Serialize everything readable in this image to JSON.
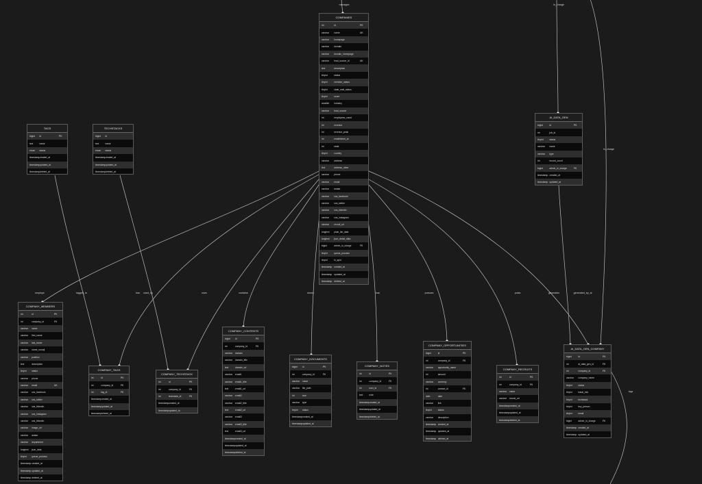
{
  "entities": [
    {
      "id": "companies",
      "name": "COMPANIES",
      "rows": [
        [
          "int",
          "id",
          "PK"
        ],
        [
          "varchar",
          "name",
          "UK"
        ],
        [
          "varchar",
          "homepage",
          ""
        ],
        [
          "varchar",
          "domain",
          ""
        ],
        [
          "varchar",
          "domain_homepage",
          ""
        ],
        [
          "varchar",
          "lead_source_id",
          "UK"
        ],
        [
          "text",
          "description",
          ""
        ],
        [
          "tinyint",
          "status",
          ""
        ],
        [
          "tinyint",
          "member_status",
          ""
        ],
        [
          "tinyint",
          "stale_mail_status",
          ""
        ],
        [
          "tinyint",
          "score",
          ""
        ],
        [
          "smallint",
          "industry",
          ""
        ],
        [
          "varchar",
          "lead_source",
          ""
        ],
        [
          "int",
          "employees_count",
          ""
        ],
        [
          "int",
          "revenue",
          ""
        ],
        [
          "int",
          "revenue_peak",
          ""
        ],
        [
          "int",
          "established_at",
          ""
        ],
        [
          "int",
          "state",
          ""
        ],
        [
          "tinyint",
          "country",
          ""
        ],
        [
          "varchar",
          "address",
          ""
        ],
        [
          "text",
          "address_other",
          ""
        ],
        [
          "varchar",
          "phone",
          ""
        ],
        [
          "varchar",
          "email",
          ""
        ],
        [
          "varchar",
          "avatar",
          ""
        ],
        [
          "varchar",
          "sns_facebook",
          ""
        ],
        [
          "varchar",
          "sns_twitter",
          ""
        ],
        [
          "varchar",
          "sns_linkedin",
          ""
        ],
        [
          "varchar",
          "sns_instagram",
          ""
        ],
        [
          "varchar",
          "recruit_url",
          ""
        ],
        [
          "longtext",
          "plain_list_data",
          ""
        ],
        [
          "longtext",
          "json_detail_data",
          ""
        ],
        [
          "bigint",
          "admin_in_charge",
          "FK"
        ],
        [
          "tinyint",
          "queue_process",
          ""
        ],
        [
          "tinyint",
          "is_spot",
          ""
        ],
        [
          "timestamp",
          "created_at",
          ""
        ],
        [
          "timestamp",
          "updated_at",
          ""
        ],
        [
          "timestamp",
          "deleted_at",
          ""
        ]
      ]
    },
    {
      "id": "tags",
      "name": "TAGS",
      "rows": [
        [
          "bigint",
          "id",
          "PK"
        ],
        [
          "text",
          "name",
          ""
        ],
        [
          "enum",
          "status",
          ""
        ],
        [
          "timestamp",
          "created_at",
          ""
        ],
        [
          "timestamp",
          "updated_at",
          ""
        ],
        [
          "timestamp",
          "deleted_at",
          ""
        ]
      ]
    },
    {
      "id": "techstacks",
      "name": "TECHSTACKS",
      "rows": [
        [
          "bigint",
          "id",
          ""
        ],
        [
          "text",
          "name",
          ""
        ],
        [
          "enum",
          "status",
          ""
        ],
        [
          "timestamp",
          "created_at",
          ""
        ],
        [
          "timestamp",
          "updated_at",
          ""
        ],
        [
          "timestamp",
          "deleted_at",
          ""
        ]
      ]
    },
    {
      "id": "ai_data_gen",
      "name": "AI_DATA_GEN",
      "rows": [
        [
          "bigint",
          "id",
          "PK"
        ],
        [
          "int",
          "job_id",
          ""
        ],
        [
          "tinyint",
          "status",
          ""
        ],
        [
          "varchar",
          "name",
          ""
        ],
        [
          "varchar",
          "type",
          ""
        ],
        [
          "int",
          "record_count",
          ""
        ],
        [
          "bigint",
          "admin_in_charge",
          "FK"
        ],
        [
          "timestamp",
          "created_at",
          ""
        ],
        [
          "timestamp",
          "updated_at",
          ""
        ]
      ]
    },
    {
      "id": "company_members",
      "name": "COMPANY_MEMBERS",
      "rows": [
        [
          "int",
          "id",
          "PK"
        ],
        [
          "int",
          "company_id",
          "FK"
        ],
        [
          "varchar",
          "name",
          ""
        ],
        [
          "varchar",
          "first_name",
          ""
        ],
        [
          "varchar",
          "last_name",
          ""
        ],
        [
          "varchar",
          "name_romaji",
          ""
        ],
        [
          "varchar",
          "position",
          ""
        ],
        [
          "text",
          "description",
          ""
        ],
        [
          "tinyint",
          "status",
          ""
        ],
        [
          "varchar",
          "phone",
          ""
        ],
        [
          "varchar",
          "email",
          "UK"
        ],
        [
          "varchar",
          "sns_facebook",
          ""
        ],
        [
          "varchar",
          "sns_twitter",
          ""
        ],
        [
          "varchar",
          "sns_linkedin",
          ""
        ],
        [
          "varchar",
          "sns_instagram",
          ""
        ],
        [
          "varchar",
          "sns_linkedin",
          ""
        ],
        [
          "varchar",
          "image_url",
          ""
        ],
        [
          "varchar",
          "avatar",
          ""
        ],
        [
          "varchar",
          "department",
          ""
        ],
        [
          "longtext",
          "json_data",
          ""
        ],
        [
          "tinyint",
          "queue_process",
          ""
        ],
        [
          "timestamp",
          "created_at",
          ""
        ],
        [
          "timestamp",
          "updated_at",
          ""
        ],
        [
          "timestamp",
          "deleted_at",
          ""
        ]
      ]
    },
    {
      "id": "company_tags",
      "name": "COMPANY_TAGS",
      "rows": [
        [
          "int",
          "id",
          "PK"
        ],
        [
          "int",
          "company_id",
          "FK"
        ],
        [
          "int",
          "tag_id",
          "FK"
        ],
        [
          "timestamp",
          "created_at",
          ""
        ],
        [
          "timestamp",
          "updated_at",
          ""
        ],
        [
          "timestamp",
          "deleted_at",
          ""
        ]
      ]
    },
    {
      "id": "company_techstack",
      "name": "COMPANY_TECHSTACK",
      "rows": [
        [
          "int",
          "id",
          "PK"
        ],
        [
          "int",
          "company_id",
          "FK"
        ],
        [
          "int",
          "techstack_id",
          "FK"
        ],
        [
          "timestamp",
          "created_at",
          ""
        ],
        [
          "timestamp",
          "updated_at",
          ""
        ]
      ]
    },
    {
      "id": "company_contents",
      "name": "COMPANY_CONTENTS",
      "rows": [
        [
          "bigint",
          "id",
          "PK"
        ],
        [
          "int",
          "company_id",
          "FK"
        ],
        [
          "varchar",
          "domain",
          ""
        ],
        [
          "varchar",
          "domain_title",
          ""
        ],
        [
          "text",
          "domain_url",
          ""
        ],
        [
          "varchar",
          "email1",
          ""
        ],
        [
          "varchar",
          "email1_title",
          ""
        ],
        [
          "text",
          "email1_url",
          ""
        ],
        [
          "varchar",
          "email2",
          ""
        ],
        [
          "varchar",
          "email2_title",
          ""
        ],
        [
          "text",
          "email2_url",
          ""
        ],
        [
          "varchar",
          "email3",
          ""
        ],
        [
          "varchar",
          "email3_title",
          ""
        ],
        [
          "text",
          "email3_url",
          ""
        ],
        [
          "timestamp",
          "created_at",
          ""
        ],
        [
          "timestamp",
          "updated_at",
          ""
        ],
        [
          "timestamp",
          "deleted_at",
          ""
        ]
      ]
    },
    {
      "id": "company_documents",
      "name": "COMPANY_DOCUMENTS",
      "rows": [
        [
          "bigint",
          "id",
          "PK"
        ],
        [
          "int",
          "company_id",
          "FK"
        ],
        [
          "varchar",
          "name",
          ""
        ],
        [
          "varchar",
          "file_path",
          ""
        ],
        [
          "int",
          "size",
          ""
        ],
        [
          "varchar",
          "type",
          ""
        ],
        [
          "tinyint",
          "status",
          ""
        ],
        [
          "timestamp",
          "created_at",
          ""
        ],
        [
          "timestamp",
          "updated_at",
          ""
        ]
      ]
    },
    {
      "id": "company_notes",
      "name": "COMPANY_NOTES",
      "rows": [
        [
          "int",
          "id",
          "PK"
        ],
        [
          "int",
          "company_id",
          "FK"
        ],
        [
          "int",
          "user_id",
          "FK"
        ],
        [
          "text",
          "note",
          ""
        ],
        [
          "timestamp",
          "created_at",
          ""
        ],
        [
          "timestamp",
          "updated_at",
          ""
        ],
        [
          "timestamp",
          "deleted_at",
          ""
        ]
      ]
    },
    {
      "id": "company_opportunities",
      "name": "COMPANY_OPPORTUNITIES",
      "rows": [
        [
          "bigint",
          "id",
          "PK"
        ],
        [
          "int",
          "company_id",
          "FK"
        ],
        [
          "varchar",
          "opportunity_name",
          ""
        ],
        [
          "int",
          "amount",
          ""
        ],
        [
          "varchar",
          "currency",
          ""
        ],
        [
          "int",
          "contact_id",
          "FK"
        ],
        [
          "date",
          "date",
          ""
        ],
        [
          "varchar",
          "link",
          ""
        ],
        [
          "tinyint",
          "status",
          ""
        ],
        [
          "varchar",
          "description",
          ""
        ],
        [
          "timestamp",
          "created_at",
          ""
        ],
        [
          "timestamp",
          "updated_at",
          ""
        ],
        [
          "timestamp",
          "deleted_at",
          ""
        ]
      ]
    },
    {
      "id": "company_recruits",
      "name": "COMPANY_RECRUITS",
      "rows": [
        [
          "int",
          "id",
          "PK"
        ],
        [
          "int",
          "company_id",
          "FK"
        ],
        [
          "varchar",
          "name",
          ""
        ],
        [
          "varchar",
          "recruit_url",
          ""
        ],
        [
          "timestamp",
          "created_at",
          ""
        ],
        [
          "timestamp",
          "updated_at",
          ""
        ],
        [
          "timestamp",
          "deleted_at",
          ""
        ]
      ]
    },
    {
      "id": "ai_data_gen_company",
      "name": "AI_DATA_GEN_COMPANY",
      "rows": [
        [
          "bigint",
          "id",
          "PK"
        ],
        [
          "int",
          "ai_data_gen_id",
          "FK"
        ],
        [
          "int",
          "company_id",
          "FK"
        ],
        [
          "varchar",
          "company_name",
          ""
        ],
        [
          "tinyint",
          "status",
          ""
        ],
        [
          "tinyint",
          "basic_info",
          ""
        ],
        [
          "tinyint",
          "techstack",
          ""
        ],
        [
          "tinyint",
          "key_person",
          ""
        ],
        [
          "tinyint",
          "email",
          ""
        ],
        [
          "bigint",
          "admin_in_charge",
          "FK"
        ],
        [
          "timestamp",
          "created_at",
          ""
        ],
        [
          "timestamp",
          "updated_at",
          ""
        ]
      ]
    }
  ],
  "edge_labels": [
    "manages",
    "in_charge",
    "in_charge",
    "employs",
    "tagged_in",
    "has",
    "used_by",
    "uses",
    "contains",
    "stores",
    "has",
    "pursues",
    "posts",
    "generates",
    "generated_by_ai",
    "logs"
  ]
}
